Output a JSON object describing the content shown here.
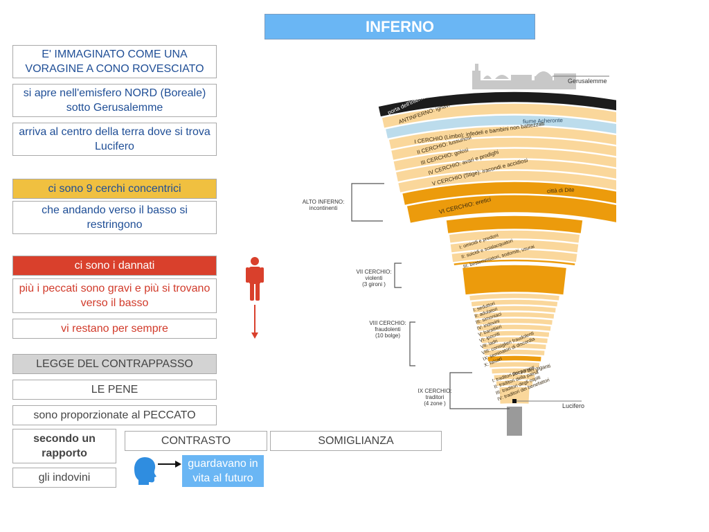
{
  "title": "INFERNO",
  "left": {
    "b1": "E' IMMAGINATO COME UNA VORAGINE A CONO ROVESCIATO",
    "b2": "si apre nell'emisfero NORD (Boreale) sotto Gerusalemme",
    "b3": "arriva al centro della terra dove si trova Lucifero",
    "b4": "ci sono 9 cerchi concentrici",
    "b5": "che andando verso il basso si restringono",
    "b6": "ci sono i dannati",
    "b7": "più i peccati sono gravi e più si trovano verso il basso",
    "b8": "vi restano per sempre",
    "b9": "LEGGE DEL CONTRAPPASSO",
    "b10": "LE PENE",
    "b11": "sono proporzionate al PECCATO",
    "b12": "secondo un rapporto",
    "b13": "gli indovini",
    "contrasto": "CONTRASTO",
    "somiglianza": "SOMIGLIANZA",
    "guardavano": "guardavano in vita al futuro"
  },
  "icons": {
    "person": "person-icon",
    "arrow_down": "arrow-down-icon",
    "head": "head-profile-icon",
    "arrow_right": "arrow-right-icon"
  },
  "colors": {
    "blue_header": "#6ab6f4",
    "yellow_box": "#f0c040",
    "red_box": "#d9402c",
    "gray_box": "#d3d3d3",
    "light_blue_box": "#6ab6f4",
    "orange_band": "#ec9b0c",
    "cream_band": "#fad79b",
    "acheronte": "#bcdcec"
  },
  "diagram": {
    "gerusalemme": "Gerusalemme",
    "porta": "porta dell'Inferno",
    "antinferno": "ANTINFERNO: ignavi",
    "acheronte": "fiume Acheronte",
    "c1": "I CERCHIO (Limbo): infedeli e bambini non battezzati",
    "c2": "II CERCHIO: lussuriosi",
    "c3": "III CERCHIO: golosi",
    "c4": "IV CERCHIO: avari e prodighi",
    "c5": "V CERCHIO (Stige): iracondi e accidiosi",
    "dite": "città di Dite",
    "c6": "VI CERCHIO: eretici",
    "alto_inferno": "ALTO INFERNO:",
    "incontinenti": "incontinenti",
    "g1": "I: omicidi e predoni",
    "g2": "II: suicidi e scialacquatori",
    "g3": "III: bestemmiatori, sodomiti, usurai",
    "c7a": "VII CERCHIO:",
    "c7b": "violenti",
    "c7c": "(3 gironi )",
    "bolge": [
      "I: seduttori",
      "II: adulatori",
      "III: simoniaci",
      "IV: indovini",
      "V: barattieri",
      "VI: ipocriti",
      "VII: ladri",
      "VIII: consiglieri fraudolenti",
      "IX: seminatori di discordia",
      "X: falsari"
    ],
    "c8a": "VIII CERCHIO:",
    "c8b": "fraudolenti",
    "c8c": "(10 bolge)",
    "pozzo": "pozzo dei giganti",
    "zone": [
      "I: traditori dei parenti",
      "II: traditori della patria",
      "III: traditori degli ospiti",
      "IV: traditori dei benefattori"
    ],
    "c9a": "IX CERCHIO:",
    "c9b": "traditori",
    "c9c": "(4 zone )",
    "lucifero": "Lucifero"
  }
}
